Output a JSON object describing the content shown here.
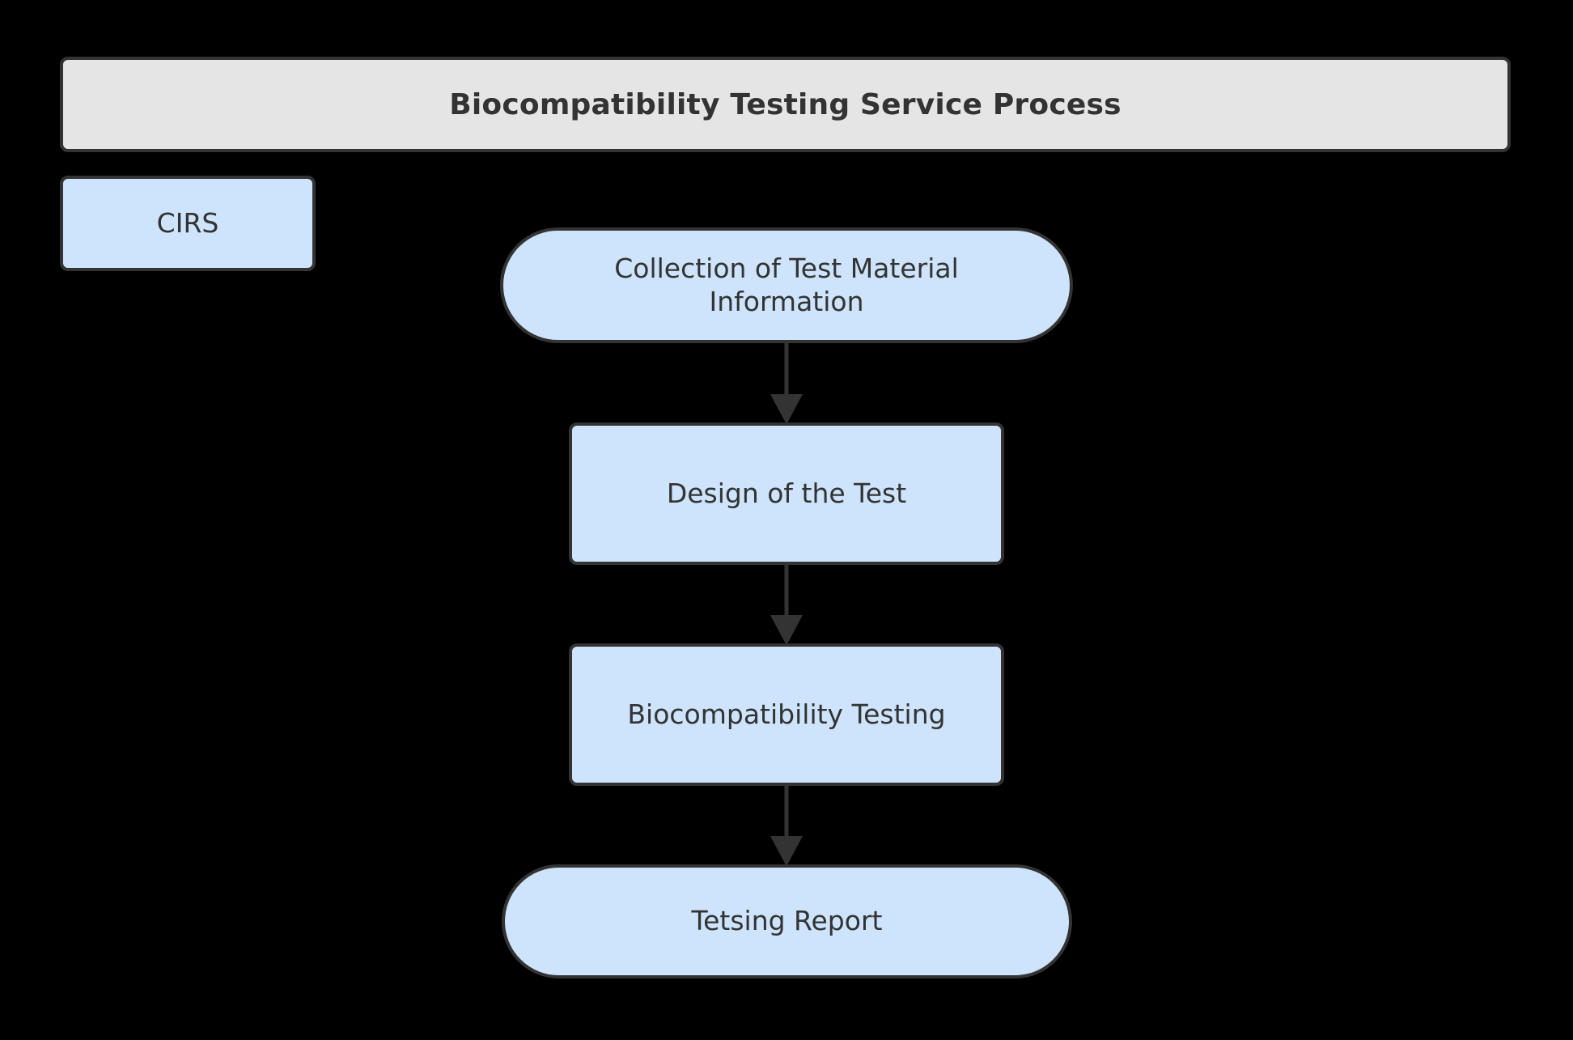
{
  "diagram": {
    "type": "flowchart",
    "direction": "top-to-bottom",
    "background_color": "#000000",
    "title": {
      "text": "Biocompatibility Testing Service Process",
      "fill_color": "#e5e5e5",
      "border_color": "#333333",
      "text_color": "#333333"
    },
    "legend": {
      "label": "CIRS",
      "fill_color": "#cde4fc",
      "border_color": "#333333"
    },
    "node_style": {
      "fill_color": "#cde4fc",
      "border_color": "#333333",
      "text_color": "#333333"
    },
    "edge_style": {
      "line_color": "#333333",
      "arrowhead": "solid-triangle"
    },
    "nodes": [
      {
        "id": "collection",
        "shape": "stadium",
        "lines": [
          "Collection of Test Material",
          "Information"
        ],
        "label": "Collection of Test Material Information"
      },
      {
        "id": "design",
        "shape": "rounded-rect",
        "lines": [
          "Design of the Test"
        ],
        "label": "Design of the Test"
      },
      {
        "id": "biocompat",
        "shape": "rounded-rect",
        "lines": [
          "Biocompatibility Testing"
        ],
        "label": "Biocompatibility Testing"
      },
      {
        "id": "report",
        "shape": "stadium",
        "lines": [
          "Tetsing Report"
        ],
        "label": "Tetsing Report"
      }
    ],
    "edges": [
      {
        "from": "collection",
        "to": "design",
        "label": ""
      },
      {
        "from": "design",
        "to": "biocompat",
        "label": ""
      },
      {
        "from": "biocompat",
        "to": "report",
        "label": ""
      }
    ]
  }
}
